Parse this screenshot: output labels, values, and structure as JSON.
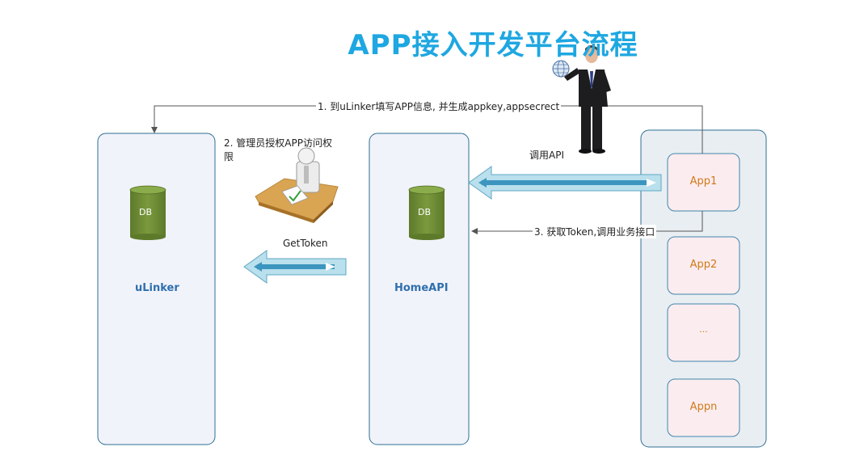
{
  "diagram": {
    "title": "APP接入开发平台流程",
    "nodes": {
      "ulinker": {
        "label": "uLinker",
        "db": "DB"
      },
      "homeapi": {
        "label": "HomeAPI",
        "db": "DB"
      },
      "apps": [
        "App1",
        "App2",
        "...",
        "Appn"
      ]
    },
    "edges": {
      "step1": "1. 到uLinker填写APP信息, 并生成appkey,appsecrect",
      "step2_line1": "2. 管理员授权APP访问权",
      "step2_line2": "限",
      "step3": "3. 获取Token,调用业务接口",
      "call_api": "调用API",
      "get_token": "GetToken"
    }
  },
  "colors": {
    "title": "#1ea7e1",
    "container_border": "#2d6f93",
    "container_fill": "#f1f3fa",
    "apps_group_fill": "#e9eef2",
    "app_fill": "#fbecef",
    "db_fill": "#6c8a33",
    "arrow_fill": "#b9e0ec",
    "arrow_core": "#3b95bf"
  }
}
